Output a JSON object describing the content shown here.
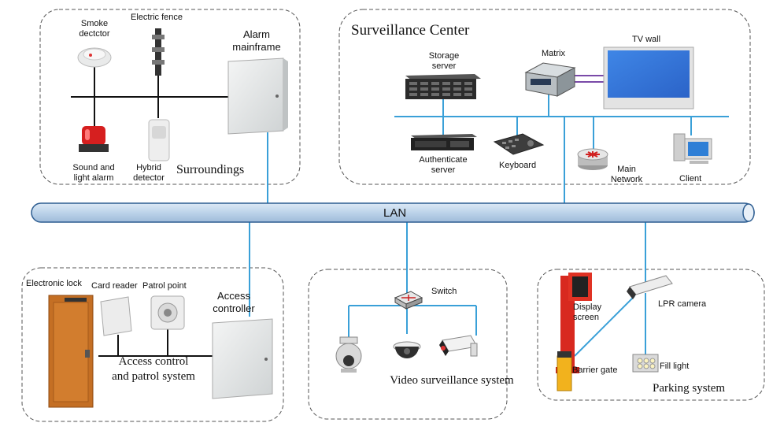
{
  "network": {
    "label": "LAN"
  },
  "surroundings": {
    "title": "Surroundings",
    "devices": {
      "smoke_detector": "Smoke dectctor",
      "electric_fence": "Electric fence",
      "alarm_mainframe": "Alarm mainframe",
      "sound_light_alarm": "Sound and light alarm",
      "hybrid_detector": "Hybrid detector"
    }
  },
  "surveillance_center": {
    "title": "Surveillance Center",
    "devices": {
      "storage_server": "Storage server",
      "matrix": "Matrix",
      "tv_wall": "TV wall",
      "authenticate_server": "Authenticate server",
      "keyboard": "Keyboard",
      "main_network": "Main Network",
      "client": "Client"
    }
  },
  "access_control": {
    "title": "Access control and patrol system",
    "devices": {
      "electronic_lock": "Electronic lock",
      "card_reader": "Card reader",
      "patrol_point": "Patrol point",
      "access_controller": "Access controller"
    }
  },
  "video_surveillance": {
    "title": "Video surveillance system",
    "devices": {
      "switch": "Switch"
    }
  },
  "parking": {
    "title": "Parking system",
    "devices": {
      "display_screen": "Display screen",
      "lpr_camera": "LPR camera",
      "barrier_gate": "Barrier gate",
      "fill_light": "Fill light"
    }
  },
  "colors": {
    "link": "#3aa0d8",
    "bus": "#c5d9ec",
    "bus_edge": "#2d5d91",
    "frame": "#555555"
  }
}
